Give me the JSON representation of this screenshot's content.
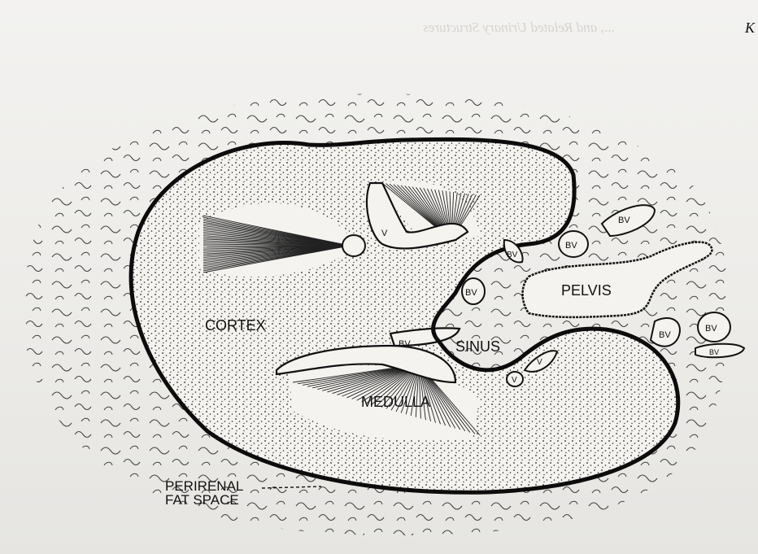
{
  "running_head": "K",
  "bleed_through": "..., and Related Urinary Structures",
  "labels": {
    "cortex": "CORTEX",
    "medulla": "MEDULLA",
    "sinus": "SINUS",
    "pelvis": "PELVIS",
    "perirenal_line1": "PERIRENAL",
    "perirenal_line2": "FAT SPACE",
    "bv": "BV",
    "v": "V"
  }
}
